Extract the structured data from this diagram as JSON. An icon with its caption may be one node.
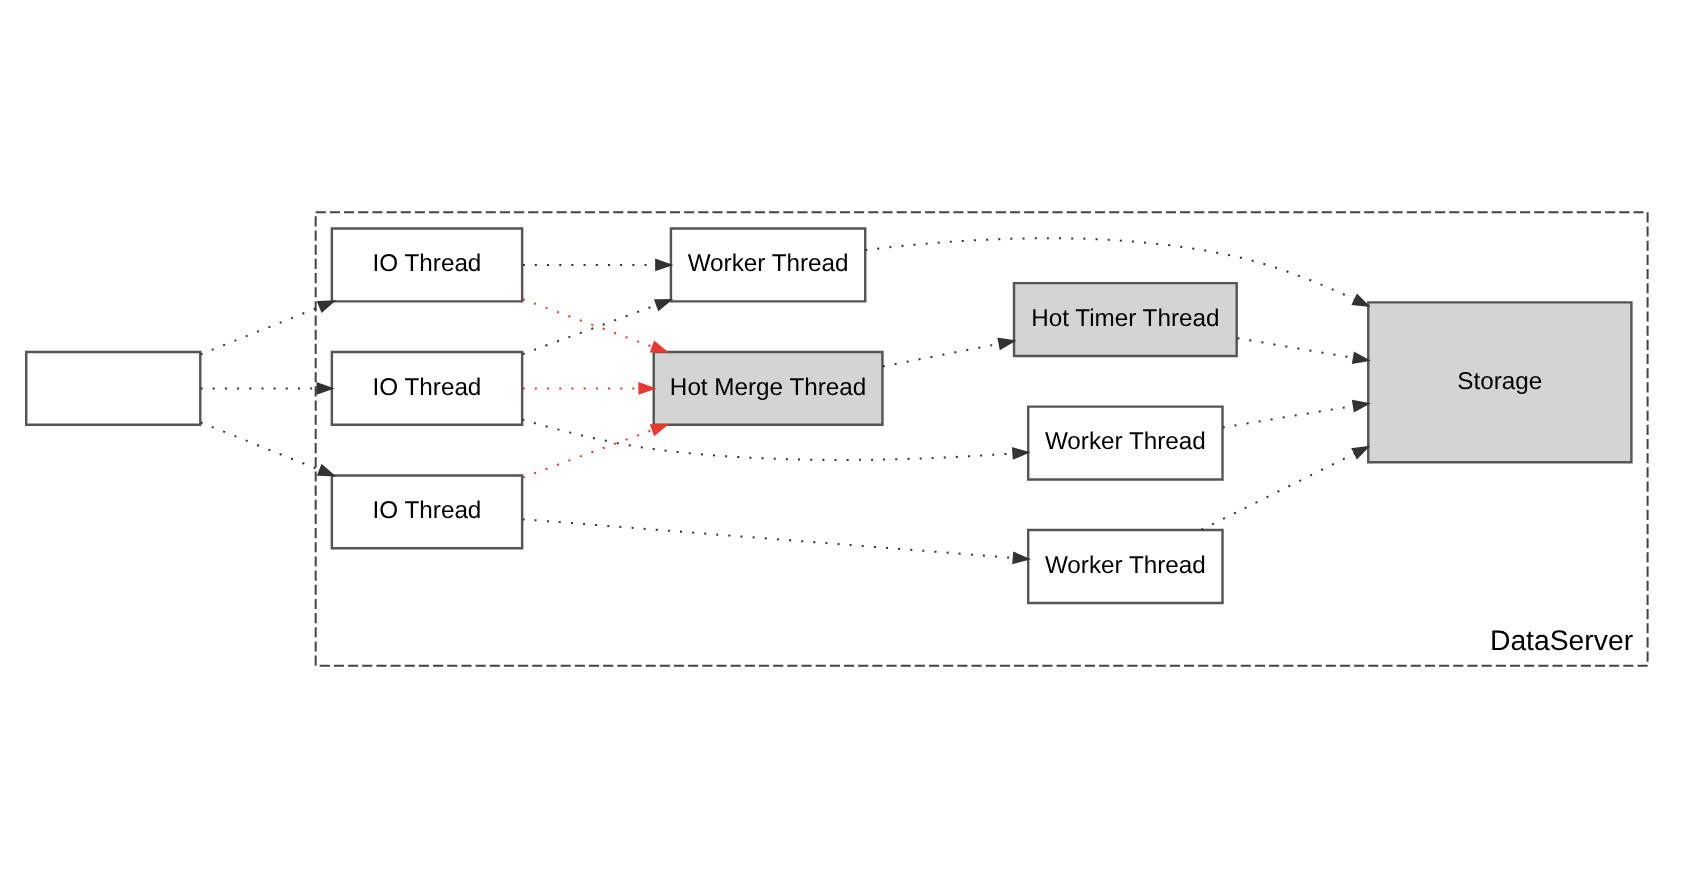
{
  "diagram": {
    "nodes": [
      {
        "text": [],
        "shape": "box"
      },
      {
        "text": [
          "DataServer"
        ]
      },
      {
        "text": [
          "IO Thread"
        ],
        "in": 1
      },
      {
        "text": [
          "IO Thread"
        ],
        "in": 1
      },
      {
        "text": [
          "IO Thread"
        ],
        "in": 1
      },
      {
        "text": [
          "Worker Thread"
        ],
        "in": 1
      },
      {
        "text": [
          "Worker Thread"
        ],
        "in": 1
      },
      {
        "text": [
          "Worker Thread"
        ],
        "in": 1
      },
      {
        "text": [
          "Storage"
        ],
        "in": 1
      },
      {
        "text": [
          "Hot Merge Thread"
        ],
        "in": 1
      },
      {
        "text": [
          "Hot Timer Thread"
        ],
        "in": 1
      }
    ],
    "edges": [
      {
        "from": 0,
        "to": 2,
        "arrow": "to",
        "style": "dashed"
      },
      {
        "from": 0,
        "to": 3,
        "arrow": "to",
        "style": "dashed"
      },
      {
        "from": 0,
        "to": 4,
        "arrow": "to",
        "style": "dashed"
      },
      {
        "from": 2,
        "to": 5,
        "arrow": "to",
        "style": "dashed"
      },
      {
        "from": 3,
        "to": 5,
        "arrow": "to",
        "style": "dashed"
      },
      {
        "from": 3,
        "to": 6,
        "arrow": "to",
        "style": "dashed"
      },
      {
        "from": 4,
        "to": 7,
        "arrow": "to",
        "style": "dashed"
      },
      {
        "from": 2,
        "to": 9,
        "arrow": "to",
        "style": "dashed",
        "color": "#e8382f"
      },
      {
        "from": 3,
        "to": 9,
        "arrow": "to",
        "style": "dashed",
        "color": "#e8382f"
      },
      {
        "from": 4,
        "to": 9,
        "arrow": "to",
        "style": "dashed",
        "color": "#e8382f"
      },
      {
        "from": 5,
        "to": 8,
        "arrow": "to",
        "style": "dashed"
      },
      {
        "from": 6,
        "to": 8,
        "arrow": "to",
        "style": "dashed"
      },
      {
        "from": 7,
        "to": 8,
        "arrow": "to",
        "style": "dashed"
      },
      {
        "from": 9,
        "to": 10,
        "arrow": "to",
        "style": "dashed"
      },
      {
        "from": 10,
        "to": 8,
        "arrow": "to",
        "style": "dashed"
      }
    ]
  }
}
